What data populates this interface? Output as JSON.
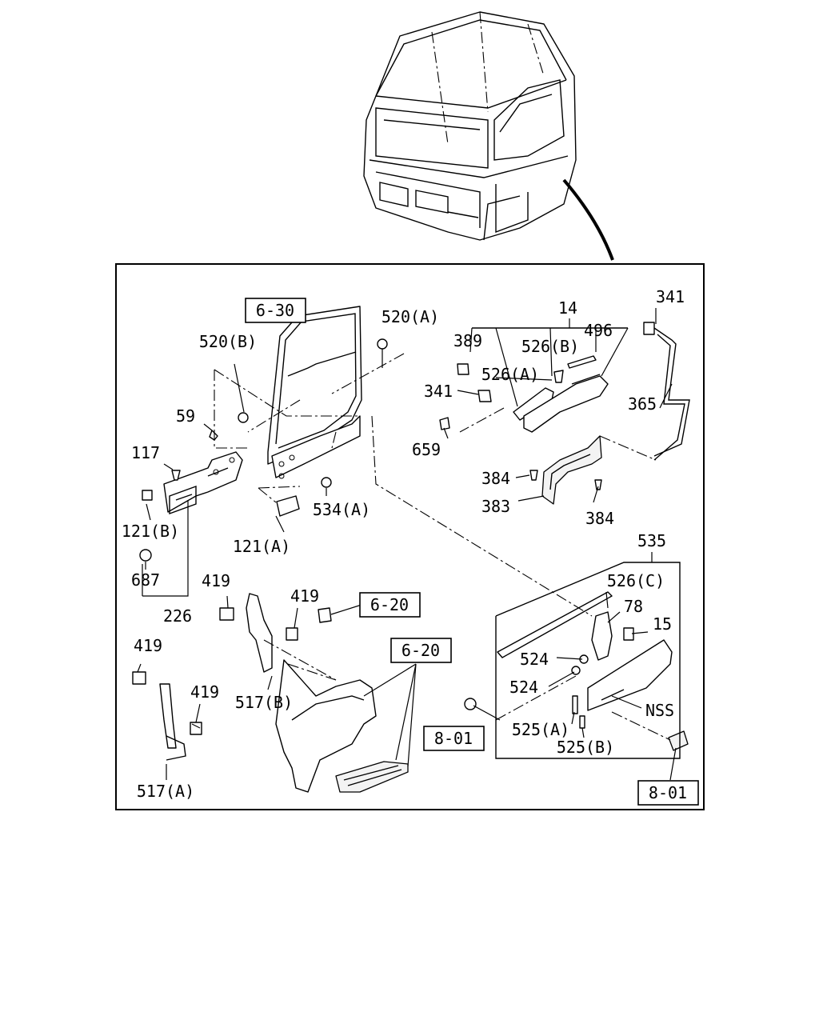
{
  "labels": {
    "p14": "14",
    "p341a": "341",
    "p341b": "341",
    "p389": "389",
    "p526b": "526(B)",
    "p496": "496",
    "p526a": "526(A)",
    "p365": "365",
    "p659": "659",
    "p384a": "384",
    "p384b": "384",
    "p383": "383",
    "p520a": "520(A)",
    "p520b": "520(B)",
    "p59": "59",
    "p117": "117",
    "p121b": "121(B)",
    "p121a": "121(A)",
    "p534a": "534(A)",
    "p687": "687",
    "p226": "226",
    "p419a": "419",
    "p419b": "419",
    "p419c": "419",
    "p419d": "419",
    "p517b": "517(B)",
    "p517a": "517(A)",
    "p535": "535",
    "p526c": "526(C)",
    "p78": "78",
    "p15": "15",
    "p524a": "524",
    "p524b": "524",
    "pnss": "NSS",
    "p525a": "525(A)",
    "p525b": "525(B)"
  },
  "refs": {
    "r630": "6-30",
    "r620a": "6-20",
    "r620b": "6-20",
    "r801a": "8-01",
    "r801b": "8-01"
  }
}
